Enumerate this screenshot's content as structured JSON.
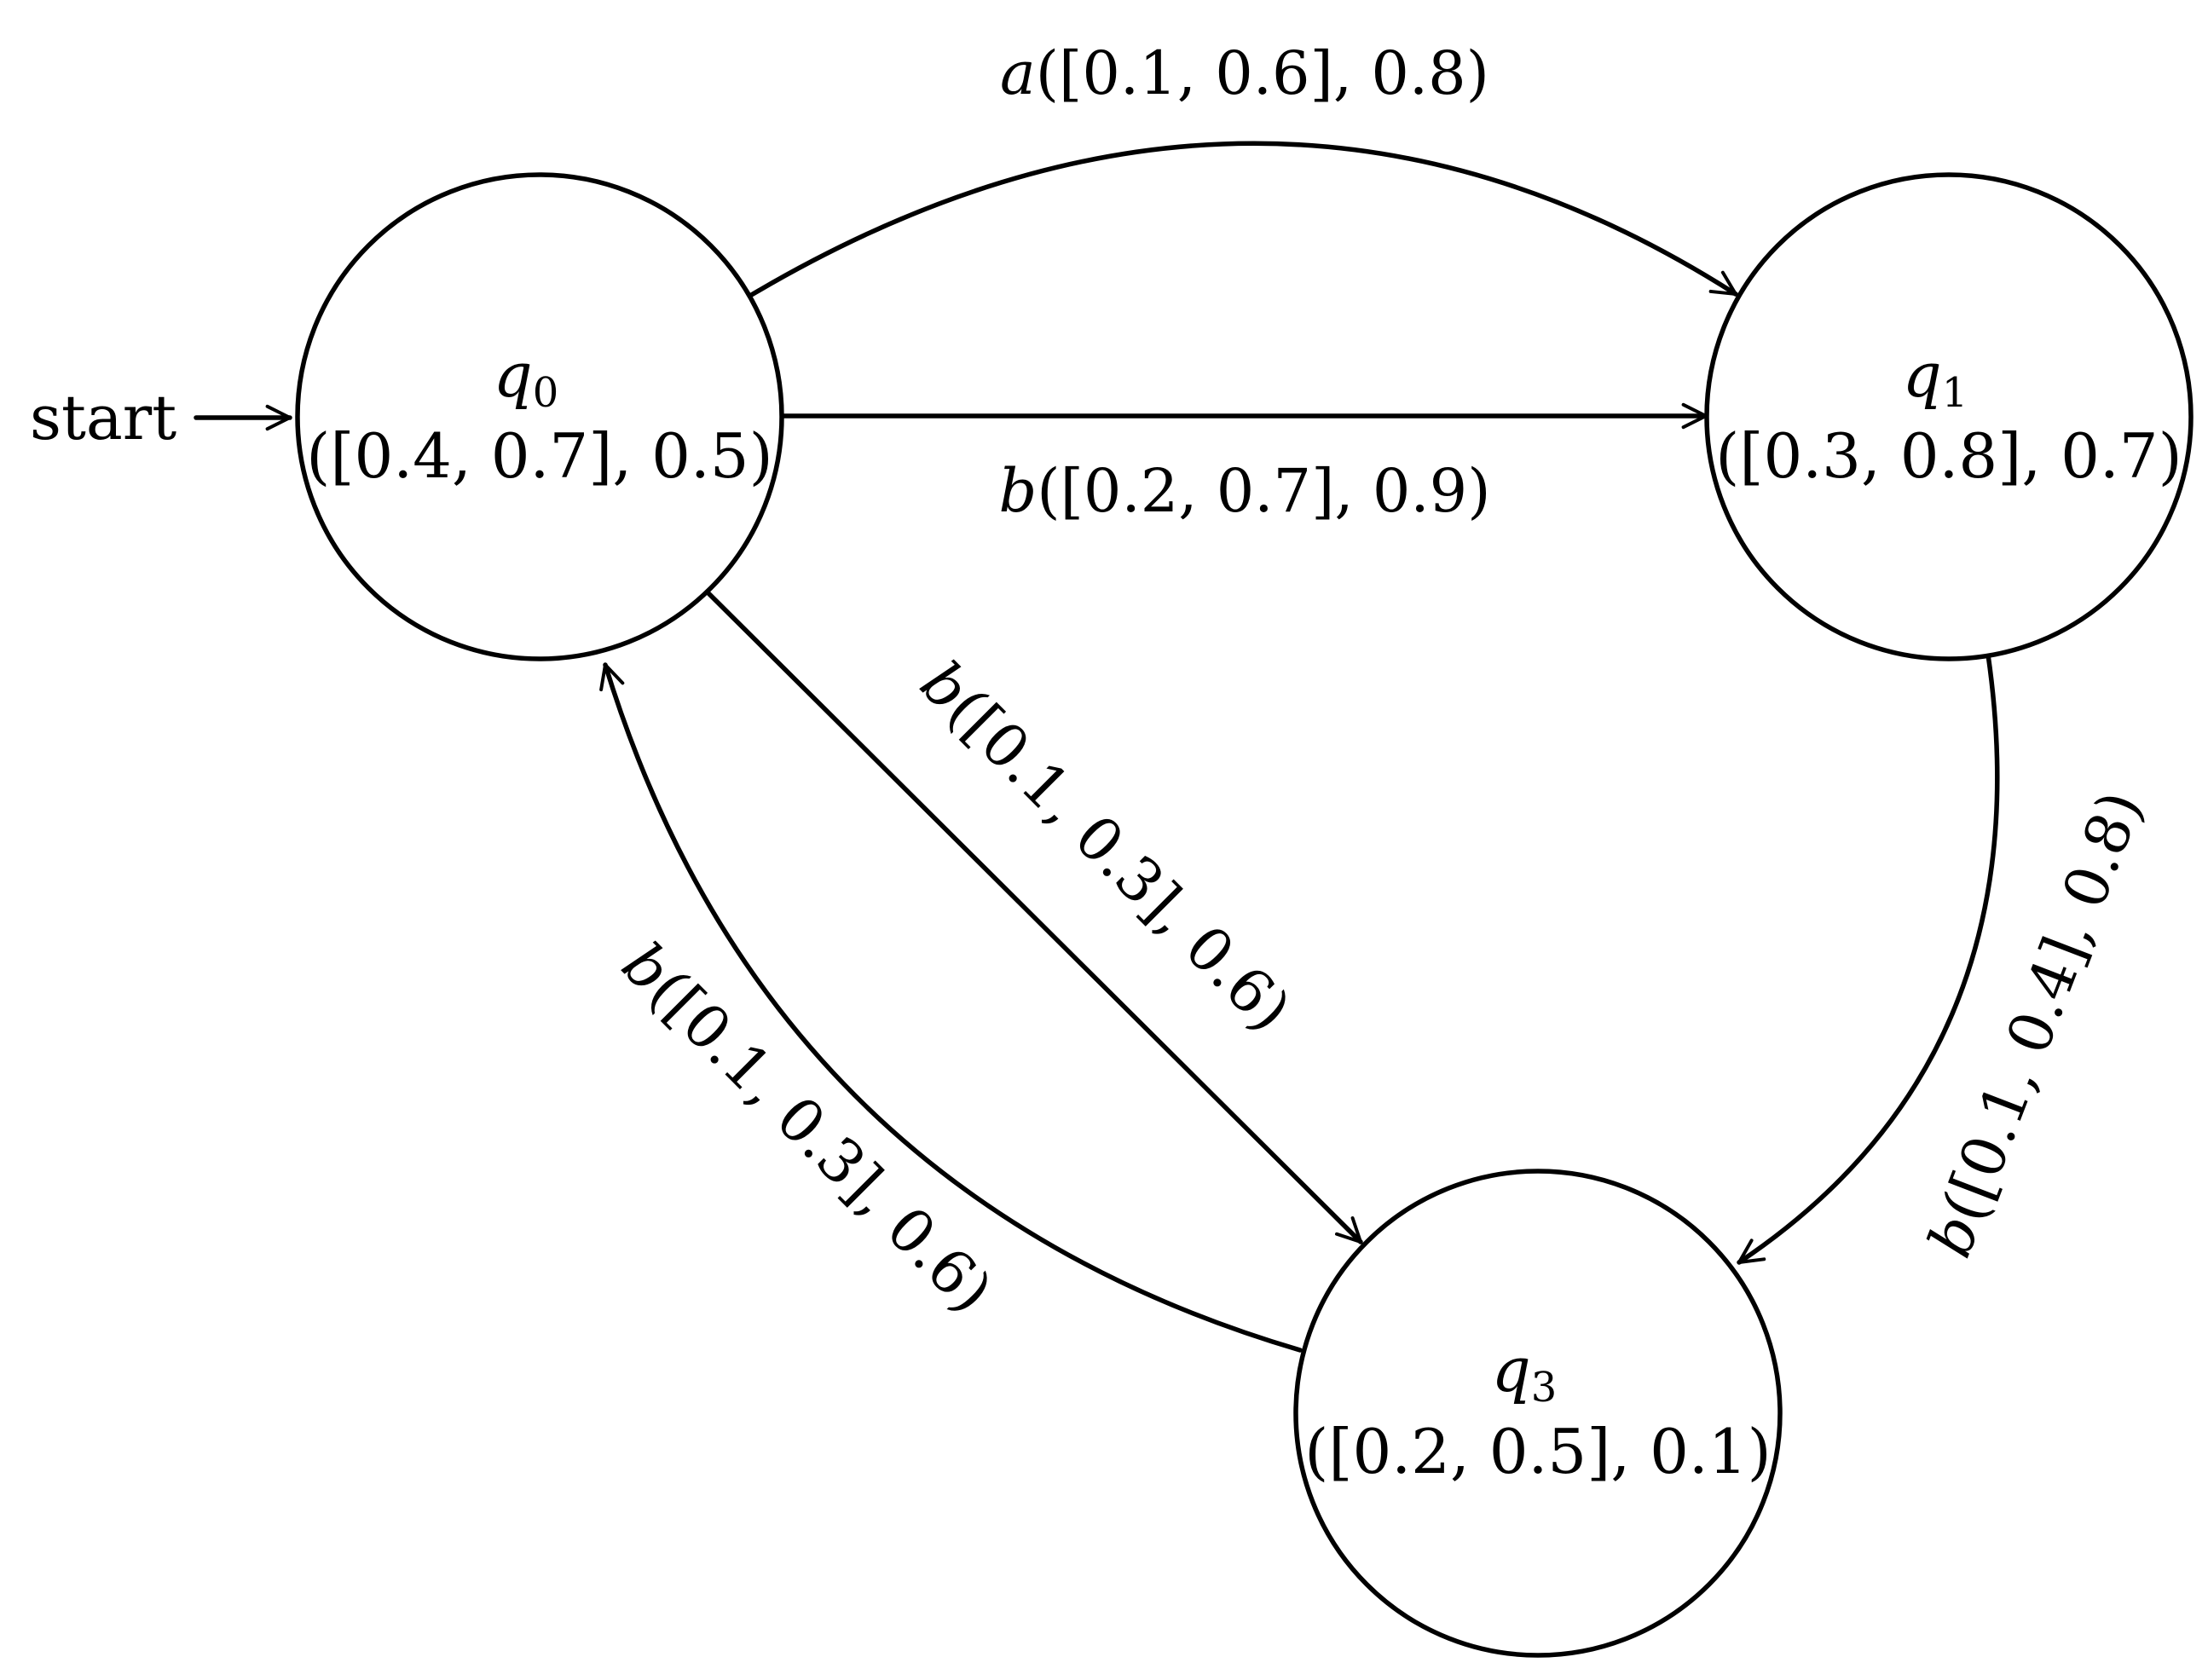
{
  "start_label": "start",
  "states": {
    "q0": {
      "name": "q",
      "subscript": "0",
      "value": "([0.4, 0.7], 0.5)"
    },
    "q1": {
      "name": "q",
      "subscript": "1",
      "value": "([0.3, 0.8], 0.7)"
    },
    "q3": {
      "name": "q",
      "subscript": "3",
      "value": "([0.2, 0.5], 0.1)"
    }
  },
  "edges": {
    "q0_q1_a": {
      "symbol": "a",
      "value": "([0.1, 0.6], 0.8)"
    },
    "q0_q1_b": {
      "symbol": "b",
      "value": "([0.2, 0.7], 0.9)"
    },
    "q0_q3_b": {
      "symbol": "b",
      "value": "([0.1, 0.3], 0.6)"
    },
    "q3_q0_b": {
      "symbol": "b",
      "value": "([0.1, 0.3], 0.6)"
    },
    "q1_q3_b": {
      "symbol": "b",
      "value": "([0.1, 0.4], 0.8)"
    }
  }
}
